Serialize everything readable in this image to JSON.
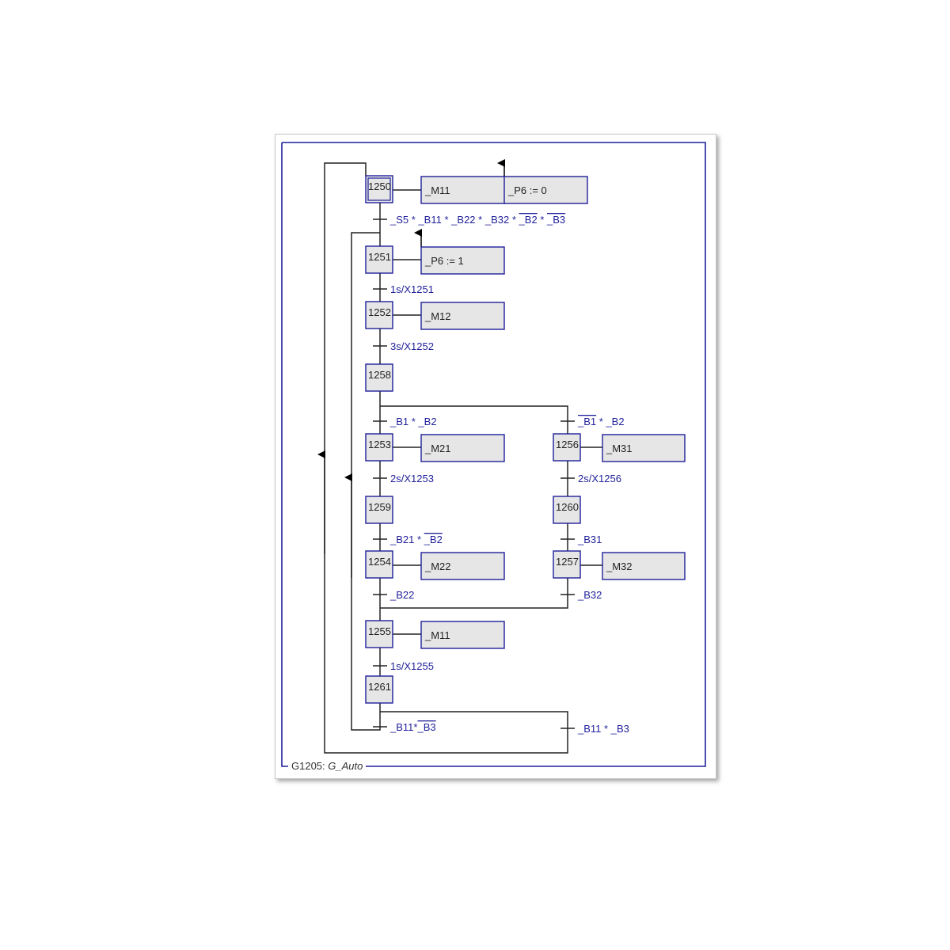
{
  "colors": {
    "frame": "#1f1f9a",
    "box_border": "#1f1f9a",
    "box_fill": "#e6e6e6",
    "line": "#222222",
    "transition_text": "#1f1f9a"
  },
  "frame": {
    "id": "G1205:",
    "name": "G_Auto"
  },
  "steps": [
    {
      "id": "1250",
      "initial": true
    },
    {
      "id": "1251"
    },
    {
      "id": "1252"
    },
    {
      "id": "1258"
    },
    {
      "id": "1253"
    },
    {
      "id": "1256"
    },
    {
      "id": "1259"
    },
    {
      "id": "1260"
    },
    {
      "id": "1254"
    },
    {
      "id": "1257"
    },
    {
      "id": "1255"
    },
    {
      "id": "1261"
    }
  ],
  "actions": [
    {
      "step": "1250",
      "text": "_M11"
    },
    {
      "step": "1250",
      "text": "_P6 := 0"
    },
    {
      "step": "1251",
      "text": "_P6 := 1"
    },
    {
      "step": "1252",
      "text": "_M12"
    },
    {
      "step": "1253",
      "text": "_M21"
    },
    {
      "step": "1256",
      "text": "_M31"
    },
    {
      "step": "1254",
      "text": "_M22"
    },
    {
      "step": "1257",
      "text": "_M32"
    },
    {
      "step": "1255",
      "text": "_M11"
    }
  ],
  "transitions": [
    {
      "after": "1250",
      "text": "_S5 * _B11 * _B22 * _B32 * _B2 * _B3",
      "negated": [
        "_B2",
        "_B3"
      ]
    },
    {
      "after": "1251",
      "text": "1s/X1251"
    },
    {
      "after": "1252",
      "text": "3s/X1252"
    },
    {
      "after": "1258",
      "branch": "left",
      "text": "_B1 * _B2"
    },
    {
      "after": "1258",
      "branch": "right",
      "text": "_B1 * _B2",
      "negated": [
        "_B1"
      ]
    },
    {
      "after": "1253",
      "text": "2s/X1253"
    },
    {
      "after": "1256",
      "text": "2s/X1256"
    },
    {
      "after": "1259",
      "text": "_B21 * _B2",
      "negated": [
        "_B2"
      ]
    },
    {
      "after": "1260",
      "text": "_B31"
    },
    {
      "after": "1254",
      "text": "_B22"
    },
    {
      "after": "1257",
      "text": "_B32"
    },
    {
      "after": "1255",
      "text": "1s/X1255"
    },
    {
      "after": "1261",
      "branch": "left",
      "text": "_B11*_B3",
      "negated": [
        "_B3"
      ]
    },
    {
      "after": "1261",
      "branch": "right",
      "text": "_B11 * _B3"
    }
  ]
}
